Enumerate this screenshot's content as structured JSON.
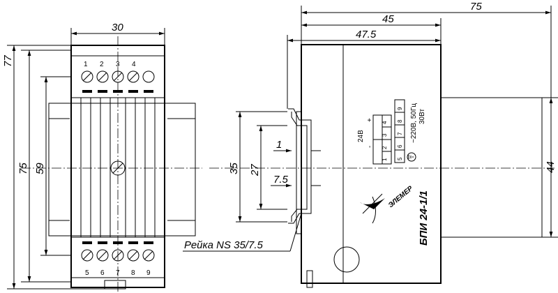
{
  "front_view": {
    "dim_width": "30",
    "dim_height_total": "77",
    "dim_height_body": "75",
    "dim_rail_height": "59",
    "top_terminals": [
      "1",
      "2",
      "3",
      "4"
    ],
    "bottom_terminals": [
      "5",
      "6",
      "7",
      "8",
      "9"
    ]
  },
  "side_view": {
    "dim_overall": "75",
    "dim_body": "45",
    "dim_rail_offset": "47.5",
    "dim_rail_thickness": "1",
    "dim_rail_depth": "7.5",
    "dim_rail_inner": "27",
    "dim_rail_outer": "35",
    "dim_front_height": "44",
    "rail_label": "Рейка NS 35/7.5",
    "label": {
      "voltage_dc": "24В",
      "plus": "+",
      "minus": "-",
      "terminals_top_row": [
        "1",
        "2",
        "3",
        "4"
      ],
      "terminals_bottom_row": [
        "5",
        "6",
        "7",
        "8",
        "9"
      ],
      "ac_supply": "~220В, 50Гц",
      "power": "30Вт",
      "brand": "ЭЛЕМЕР",
      "model": "БПИ 24-1/1"
    }
  }
}
